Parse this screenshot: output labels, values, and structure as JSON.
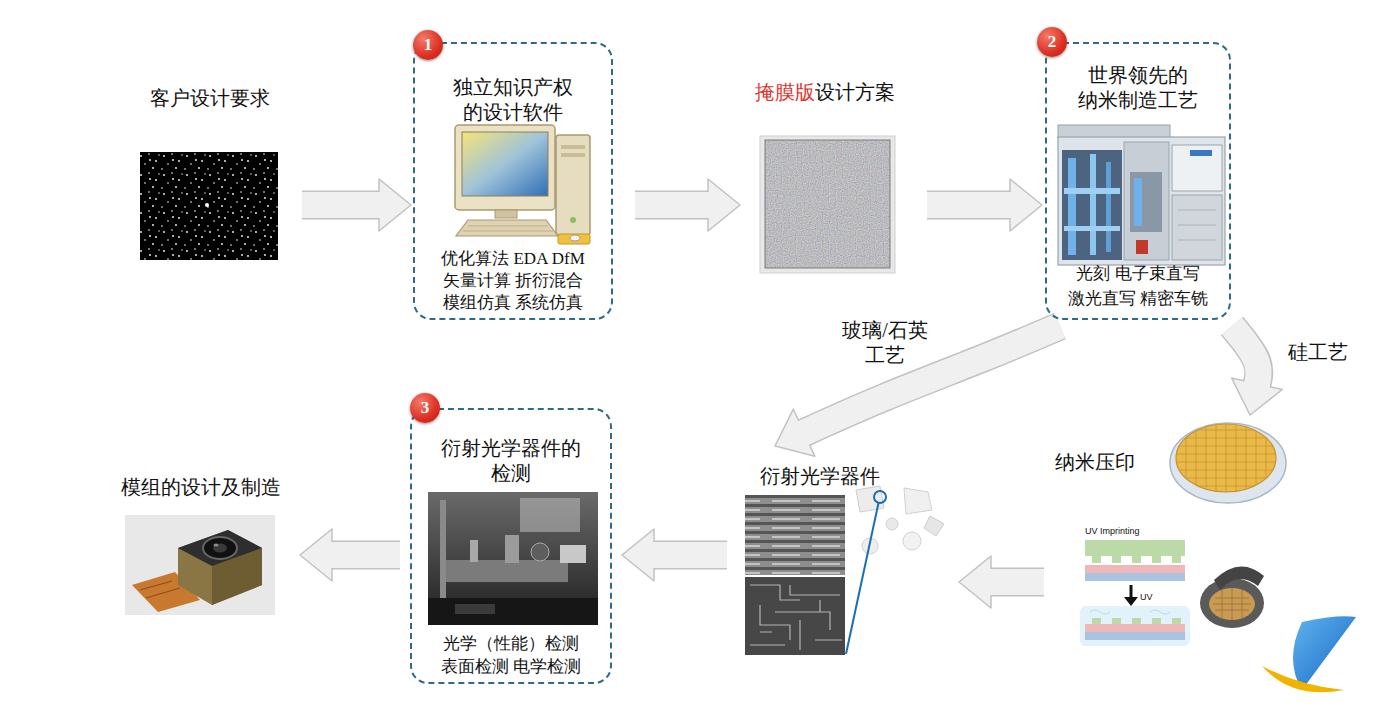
{
  "diagram": {
    "nodes": [
      {
        "text": [
          "客户设计要求"
        ]
      },
      {
        "text": [
          "独立知识产权 的设计软件",
          "优化算法 EDA DfM 矢量计算 折衍混合 模组仿真 系统仿真"
        ]
      },
      {
        "text": [
          "1"
        ],
        "in": 1
      },
      {
        "text": [
          "掩膜版",
          "设计方案"
        ]
      },
      {
        "text": [
          "世界领先的 纳米制造工艺",
          "光刻 电子束直写 激光直写 精密车铣"
        ]
      },
      {
        "text": [
          "2"
        ],
        "in": 4
      },
      {
        "text": [
          "纳米压印"
        ]
      },
      {
        "text": [
          "衍射光学器件"
        ]
      },
      {
        "text": [
          "衍射光学器件的 检测",
          "光学（性能）检测 表面检测 电学检测"
        ]
      },
      {
        "text": [
          "3"
        ],
        "in": 8
      },
      {
        "text": [
          "模组的设计及制造"
        ]
      }
    ],
    "edges": [
      {
        "from": 0,
        "to": 1,
        "arrow": "to"
      },
      {
        "from": 1,
        "to": 3,
        "arrow": "to"
      },
      {
        "from": 3,
        "to": 4,
        "arrow": "to"
      },
      {
        "from": 4,
        "to": 7,
        "label": "玻璃/石英 工艺",
        "arrow": "to"
      },
      {
        "from": 4,
        "to": 6,
        "label": "硅工艺",
        "arrow": "to"
      },
      {
        "from": 6,
        "to": 7,
        "arrow": "to"
      },
      {
        "from": 7,
        "to": 8,
        "arrow": "to"
      },
      {
        "from": 8,
        "to": 10,
        "arrow": "to"
      }
    ],
    "labels": [
      "UV Imprinting",
      "UV"
    ]
  }
}
